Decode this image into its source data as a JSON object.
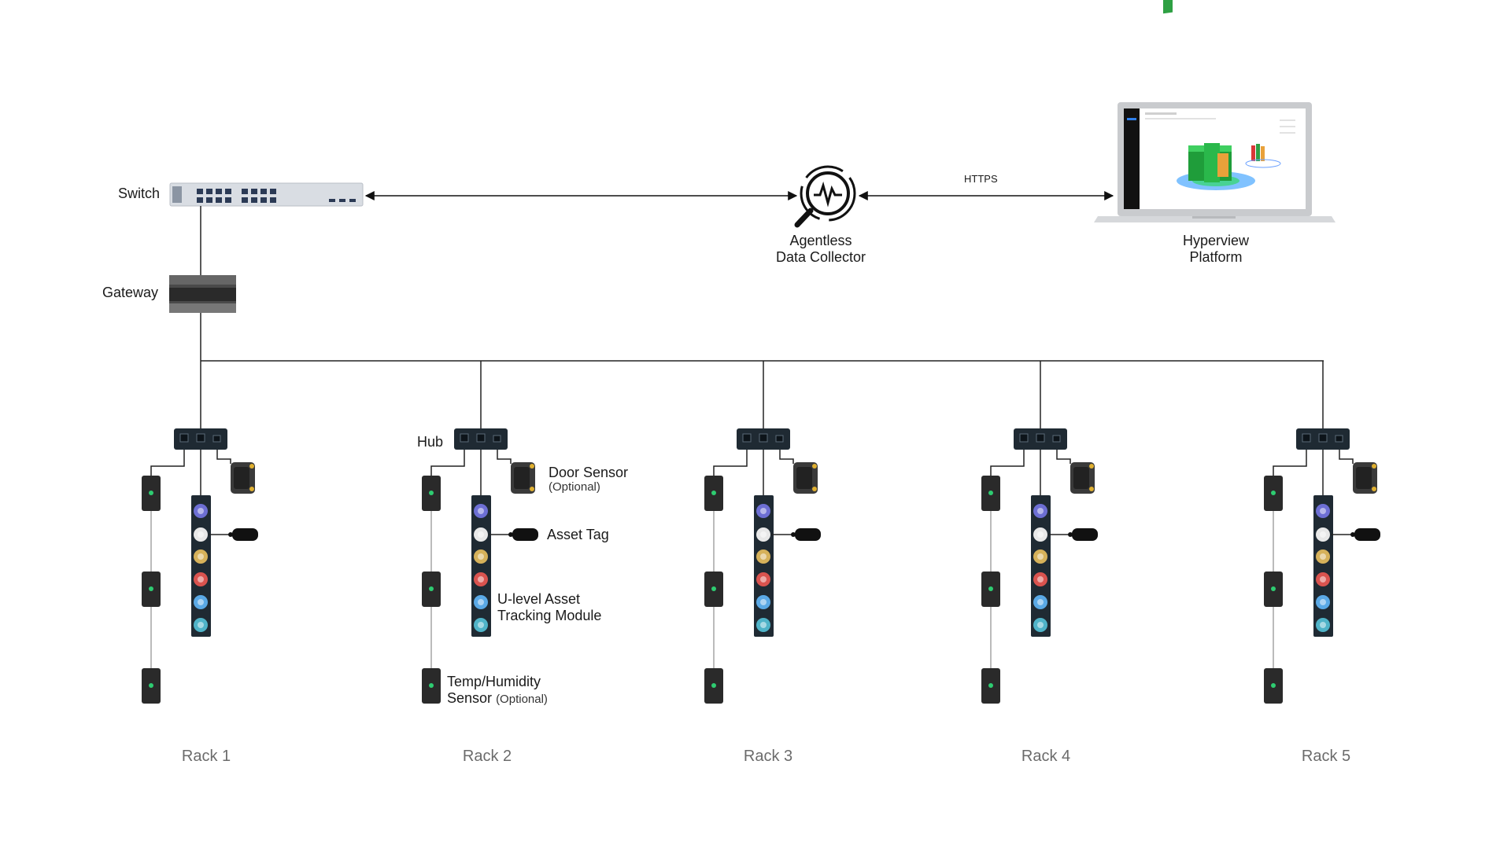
{
  "diagram": {
    "switch_label": "Switch",
    "gateway_label": "Gateway",
    "collector_label_line1": "Agentless",
    "collector_label_line2": "Data Collector",
    "platform_label_line1": "Hyperview",
    "platform_label_line2": "Platform",
    "link_label": "HTTPS",
    "hub_label": "Hub",
    "door_sensor_label": "Door Sensor",
    "door_sensor_note": "(Optional)",
    "asset_tag_label": "Asset Tag",
    "module_label_line1": "U-level Asset",
    "module_label_line2": "Tracking Module",
    "temp_label_line1": "Temp/Humidity",
    "temp_label_line2": "Sensor",
    "temp_note": "(Optional)",
    "racks": [
      "Rack 1",
      "Rack 2",
      "Rack 3",
      "Rack 4",
      "Rack 5"
    ],
    "colors": {
      "line": "#222222",
      "device_dark": "#1f2a33",
      "sensor": "#2a2a2a",
      "led": "#2ecc71",
      "module_dots": [
        "#6d6fd4",
        "#e8e8e8",
        "#d6b15a",
        "#d9534f",
        "#5aa9e6",
        "#4fb3c8"
      ]
    }
  }
}
